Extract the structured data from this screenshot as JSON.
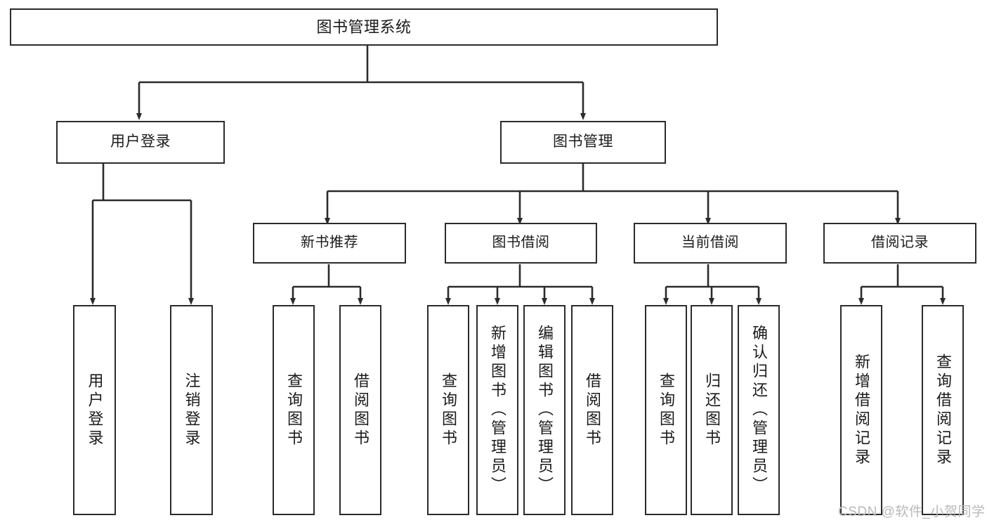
{
  "diagram": {
    "type": "tree-hierarchy",
    "title": "图书管理系统",
    "orientation": "top-down",
    "line_color": "#2b2b2b",
    "box_fill": "#ffffff",
    "text_color": "#1b1b1b",
    "levels": 4,
    "root": {
      "label": "图书管理系统",
      "children": [
        {
          "label": "用户登录",
          "children": [
            {
              "label": "用户登录"
            },
            {
              "label": "注销登录"
            }
          ]
        },
        {
          "label": "图书管理",
          "children": [
            {
              "label": "新书推荐",
              "children": [
                {
                  "label": "查询图书"
                },
                {
                  "label": "借阅图书"
                }
              ]
            },
            {
              "label": "图书借阅",
              "children": [
                {
                  "label": "查询图书"
                },
                {
                  "label": "新增图书（管理员）"
                },
                {
                  "label": "编辑图书（管理员）"
                },
                {
                  "label": "借阅图书"
                }
              ]
            },
            {
              "label": "当前借阅",
              "children": [
                {
                  "label": "查询图书"
                },
                {
                  "label": "归还图书"
                },
                {
                  "label": "确认归还（管理员）"
                }
              ]
            },
            {
              "label": "借阅记录",
              "children": [
                {
                  "label": "新增借阅记录"
                },
                {
                  "label": "查询借阅记录"
                }
              ]
            }
          ]
        }
      ]
    },
    "nodes": {
      "root": "图书管理系统",
      "user_login": "用户登录",
      "book_manage": "图书管理",
      "new_book_rec": "新书推荐",
      "book_borrow": "图书借阅",
      "current_borrow": "当前借阅",
      "borrow_record": "借阅记录",
      "leaf_user_login": "用户登录",
      "leaf_logout": "注销登录",
      "leaf_query_book_1": "查询图书",
      "leaf_borrow_book_1": "借阅图书",
      "leaf_query_book_2": "查询图书",
      "leaf_add_book": "新增图书（管理员）",
      "leaf_edit_book": "编辑图书（管理员）",
      "leaf_borrow_book_2": "借阅图书",
      "leaf_query_book_3": "查询图书",
      "leaf_return_book": "归还图书",
      "leaf_confirm_return": "确认归还（管理员）",
      "leaf_add_record": "新增借阅记录",
      "leaf_query_record": "查询借阅记录"
    }
  },
  "watermark": {
    "text": "CSDN @软件_小贺同学"
  }
}
